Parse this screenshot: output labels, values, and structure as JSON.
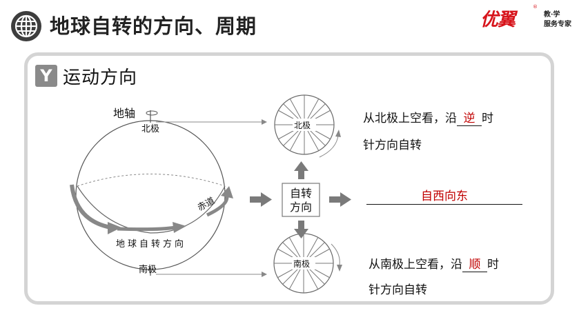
{
  "header": {
    "title": "地球自转的方向、周期",
    "icon": "globe-icon"
  },
  "logo": {
    "main": "优翼",
    "reg": "®",
    "line1": "教·学",
    "line2": "服务专家"
  },
  "section": {
    "badge": "Y",
    "title": "运动方向"
  },
  "diagram": {
    "axis_label": "地轴",
    "north_label": "北极",
    "south_label": "南极",
    "equator_label": "赤道",
    "rotation_label": "地球自转方向",
    "center_box_line1": "自转",
    "center_box_line2": "方向",
    "north_circle_label": "北极",
    "south_circle_label": "南极"
  },
  "statements": {
    "north": {
      "prefix": "从北极上空看，沿",
      "answer": "逆",
      "suffix": "时",
      "line2": "针方向自转"
    },
    "middle": {
      "answer": "自西向东"
    },
    "south": {
      "prefix": "从南极上空看，沿",
      "answer": "顺",
      "suffix": "时",
      "line2": "针方向自转"
    }
  },
  "colors": {
    "accent_red": "#c00000",
    "badge_gray": "#8a8a8a",
    "panel_border": "#d4d4d4",
    "arrow_gray": "#7a7a7a"
  }
}
